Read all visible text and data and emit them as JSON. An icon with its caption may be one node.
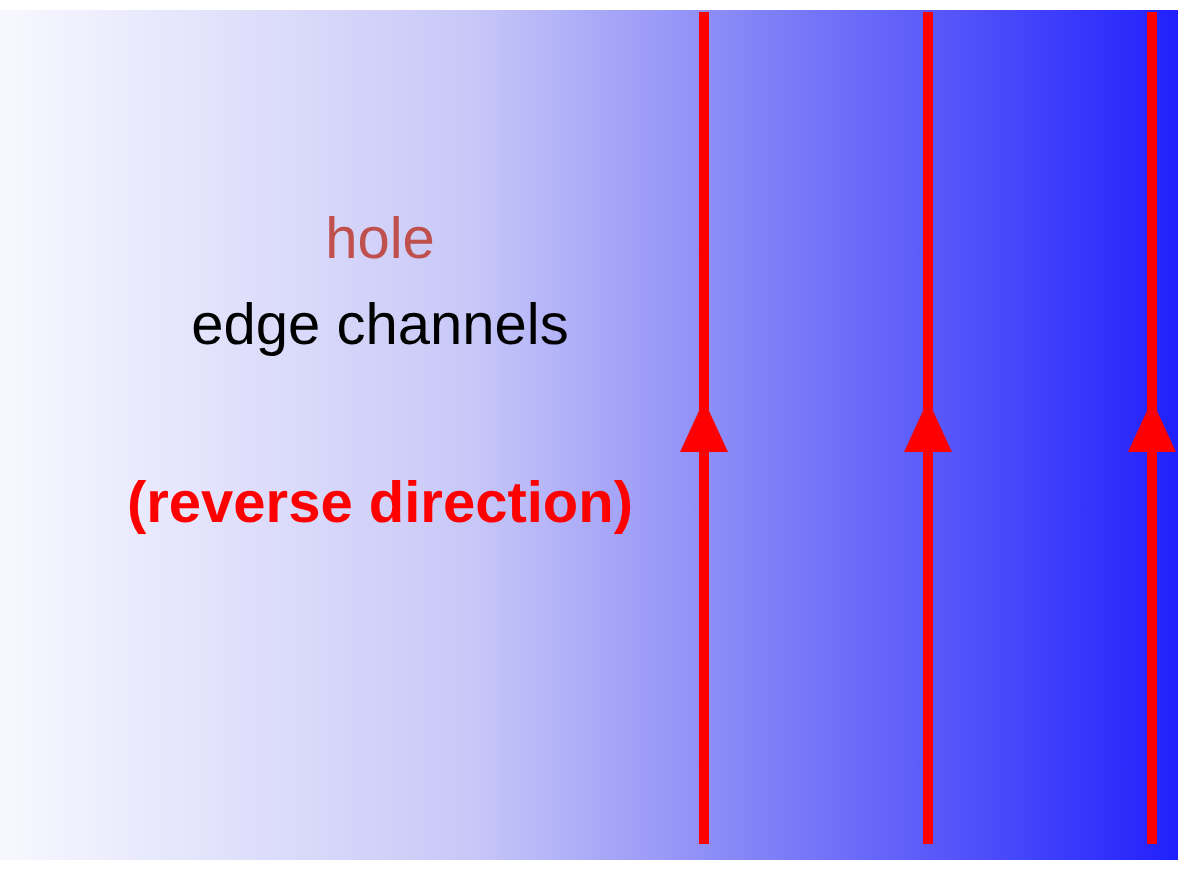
{
  "diagram": {
    "labels": [
      "hole",
      "edge channels",
      "(reverse direction)"
    ]
  }
}
